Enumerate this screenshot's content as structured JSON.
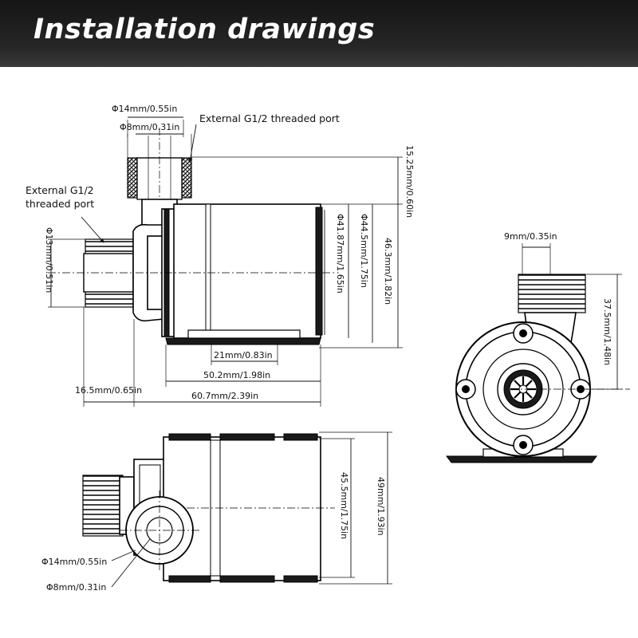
{
  "header": {
    "title": "Installation drawings"
  },
  "side_view": {
    "label_outlet_outer": "Φ14mm/0.55in",
    "label_outlet_inner": "Φ8mm/0.31in",
    "label_outlet_thread": "External G1/2 threaded port",
    "label_inlet_thread_line1": "External G1/2",
    "label_inlet_thread_line2": "threaded port",
    "label_inlet_dia": "Φ13mm/0.51in",
    "label_outlet_height": "15.25mm/0.60in",
    "label_body_dia_inner": "Φ41.87mm/1.65in",
    "label_body_dia_outer": "Φ44.5mm/1.75in",
    "label_total_height": "46.3mm/1.82in",
    "label_base_width": "21mm/0.83in",
    "label_body_length": "50.2mm/1.98in",
    "label_inlet_length": "16.5mm/0.65in",
    "label_total_length": "60.7mm/2.39in"
  },
  "front_view": {
    "label_outlet_width": "9mm/0.35in",
    "label_outlet_height": "37.5mm/1.48in"
  },
  "top_view": {
    "label_body_height": "45.5mm/1.75in",
    "label_total_height": "49mm/1.93in",
    "label_outer_dia": "Φ14mm/0.55in",
    "label_inner_dia": "Φ8mm/0.31in"
  }
}
